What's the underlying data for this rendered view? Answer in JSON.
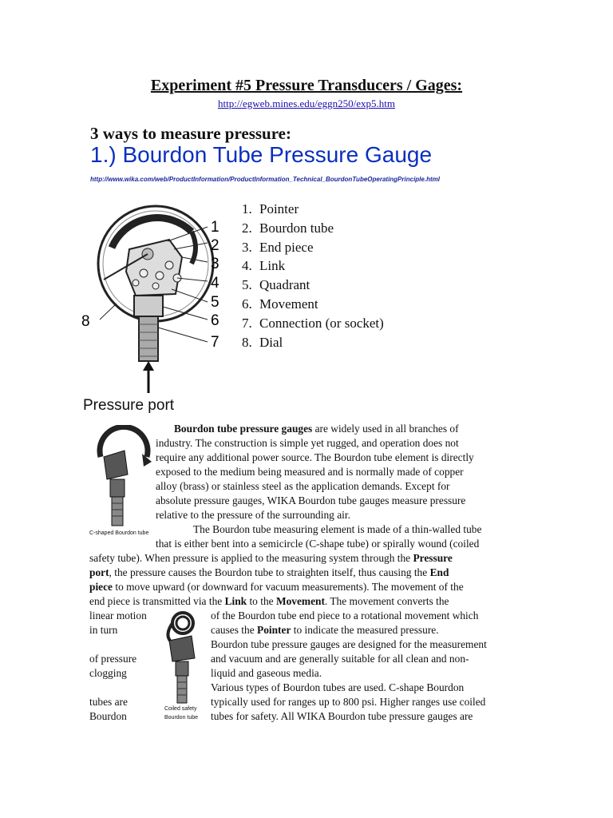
{
  "doc": {
    "title": "Experiment #5  Pressure Transducers / Gages:",
    "url": "http://egweb.mines.edu/eggn250/exp5.htm",
    "ways_heading": "3 ways to measure pressure:",
    "bourdon_heading": "1.)  Bourdon Tube Pressure Gauge",
    "wika_url": "http://www.wika.com/web/ProductInformation/ProductInformation_Technical_BourdonTubeOperatingPrinciple.html"
  },
  "diagram": {
    "labels": [
      "1",
      "2",
      "3",
      "4",
      "5",
      "6",
      "7",
      "8"
    ],
    "port_label": "Pressure port"
  },
  "parts_list": [
    {
      "num": "1.",
      "label": "Pointer"
    },
    {
      "num": "2.",
      "label": "Bourdon tube"
    },
    {
      "num": "3.",
      "label": "End piece"
    },
    {
      "num": "4.",
      "label": "Link"
    },
    {
      "num": "5.",
      "label": "Quadrant"
    },
    {
      "num": "6.",
      "label": "Movement"
    },
    {
      "num": "7.",
      "label": "Connection (or socket)"
    },
    {
      "num": "8.",
      "label": "Dial"
    }
  ],
  "body": {
    "p1_bold": "Bourdon tube pressure gauges",
    "p1_l1": " are widely used in all branches of",
    "p1_l2": "industry. The construction is simple yet rugged, and operation does not",
    "p1_l3": "require any additional power source. The Bourdon tube element is directly",
    "p1_l4": "exposed to the medium being measured and is normally made of copper",
    "p1_l5": "alloy (brass) or stainless steel as the application demands. Except for",
    "p1_l6": "absolute pressure gauges, WIKA Bourdon tube gauges measure pressure",
    "p1_l7": "relative to the pressure of the surrounding air.",
    "p2_l1": "The Bourdon tube measuring element is made of a thin-walled tube",
    "p2_l2": "that is either bent into a semicircle (C-shape tube) or spirally wound (coiled",
    "p2_l3a": "safety tube). When pressure is applied to the measuring system through the ",
    "p2_l3b": "Pressure",
    "p2_l4a": "port",
    "p2_l4b": ", the pressure causes the Bourdon tube to straighten itself, thus causing the ",
    "p2_l4c": "End",
    "p2_l5a": "piece",
    "p2_l5b": " to move upward (or downward for vacuum measurements). The movement of the",
    "p2_l6a": "end piece is transmitted via the ",
    "p2_l6b": "Link",
    "p2_l6c": " to the ",
    "p2_l6d": "Movement",
    "p2_l6e": ". The movement converts the",
    "p2_l7_left": "linear motion",
    "p2_l7_right": "of the Bourdon tube end piece to a rotational movement which",
    "p2_l8_left": "in turn",
    "p2_l8_right_a": "causes the ",
    "p2_l8_right_b": "Pointer",
    "p2_l8_right_c": " to indicate the measured pressure.",
    "p3_l1": "Bourdon tube pressure gauges are designed for the measurement",
    "p3_l2_left": "of pressure",
    "p3_l2_right": "and vacuum and are generally suitable for all clean and non-",
    "p3_l3_left": "clogging",
    "p3_l3_right": "liquid and gaseous media.",
    "p4_l1": "Various types of Bourdon tubes are used. C-shape Bourdon",
    "p4_l2_left": "tubes are",
    "p4_l2_right": "typically used for ranges up to 800 psi. Higher ranges use coiled",
    "p4_l3_left": "Bourdon",
    "p4_l3_right": "tubes for safety. All WIKA Bourdon tube pressure gauges are"
  },
  "captions": {
    "c_shaped": "C-shaped Bourdon tube",
    "coiled_l1": "Coiled safety",
    "coiled_l2": "Bourdon tube"
  }
}
